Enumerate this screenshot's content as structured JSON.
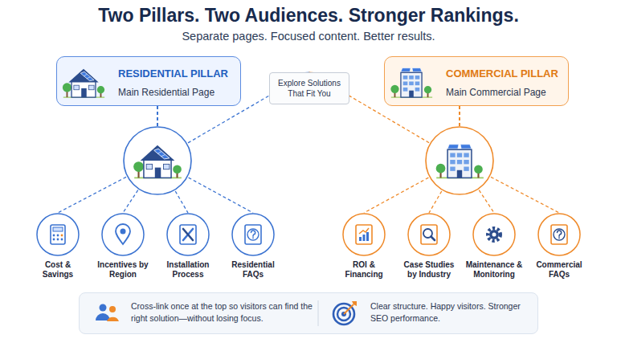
{
  "diagram": {
    "title": "Two Pillars. Two Audiences. Stronger Rankings.",
    "nodes": [
      {
        "text": [
          "RESIDENTIAL PILLAR",
          "Main Residential Page"
        ]
      },
      {
        "text": [
          "Explore Solutions That Fit You"
        ]
      },
      {
        "text": [
          "COMMERCIAL PILLAR",
          "Main Commercial Page"
        ]
      },
      {
        "text": [
          "Cost & Savings"
        ]
      },
      {
        "text": [
          "Incentives by Region"
        ]
      },
      {
        "text": [
          "Installation Process"
        ]
      },
      {
        "text": [
          "Residential FAQs"
        ]
      },
      {
        "text": [
          "ROI & Financing"
        ]
      },
      {
        "text": [
          "Case Studies by Industry"
        ]
      },
      {
        "text": [
          "Maintenance & Monitoring"
        ]
      },
      {
        "text": [
          "Commercial FAQs"
        ]
      },
      {
        "text": [
          "Cross-link once at the top so visitors can find the right solution—without losing focus.",
          "Clear structure. Happy visitors. Stronger SEO performance."
        ]
      }
    ],
    "edges": [
      {
        "from": 0,
        "to": 1,
        "arrow": "to"
      },
      {
        "from": 2,
        "to": 1,
        "arrow": "to"
      },
      {
        "from": 0,
        "to": 3,
        "arrow": "none"
      },
      {
        "from": 0,
        "to": 4,
        "arrow": "none"
      },
      {
        "from": 0,
        "to": 5,
        "arrow": "none"
      },
      {
        "from": 0,
        "to": 6,
        "arrow": "none"
      },
      {
        "from": 2,
        "to": 7,
        "arrow": "none"
      },
      {
        "from": 2,
        "to": 8,
        "arrow": "none"
      },
      {
        "from": 2,
        "to": 9,
        "arrow": "none"
      },
      {
        "from": 2,
        "to": 10,
        "arrow": "none"
      }
    ],
    "labels": [
      "Separate pages. Focused content. Better results."
    ]
  }
}
